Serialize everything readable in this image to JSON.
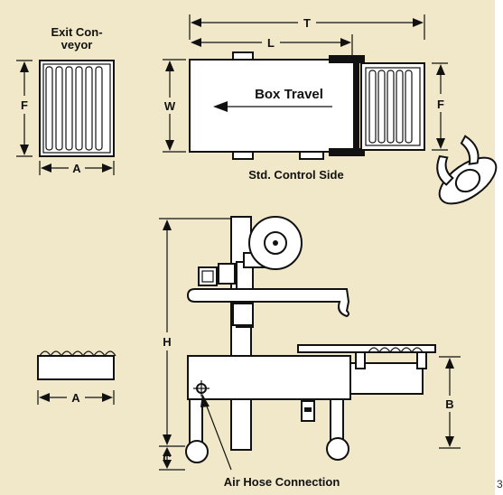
{
  "colors": {
    "panel": "#f1e8c9",
    "ink": "#111111",
    "paper": "#ffffff"
  },
  "labels": {
    "exit_conveyor_line1": "Exit Con-",
    "exit_conveyor_line2": "veyor",
    "dim_T": "T",
    "dim_L": "L",
    "dim_W": "W",
    "dim_F_left": "F",
    "dim_F_right": "F",
    "dim_A_top": "A",
    "dim_A_bottom": "A",
    "dim_H": "H",
    "dim_B": "B",
    "dim_C": "C",
    "box_travel": "Box Travel",
    "std_control_side": "Std. Control Side",
    "air_hose_connection": "Air Hose Connection",
    "page_number": "3"
  },
  "icons": {
    "direction_arrow": "left-arrow-icon",
    "operator_figure": "operator-figure-icon",
    "tape_roll": "tape-roll-icon",
    "air_fitting": "air-fitting-icon"
  }
}
